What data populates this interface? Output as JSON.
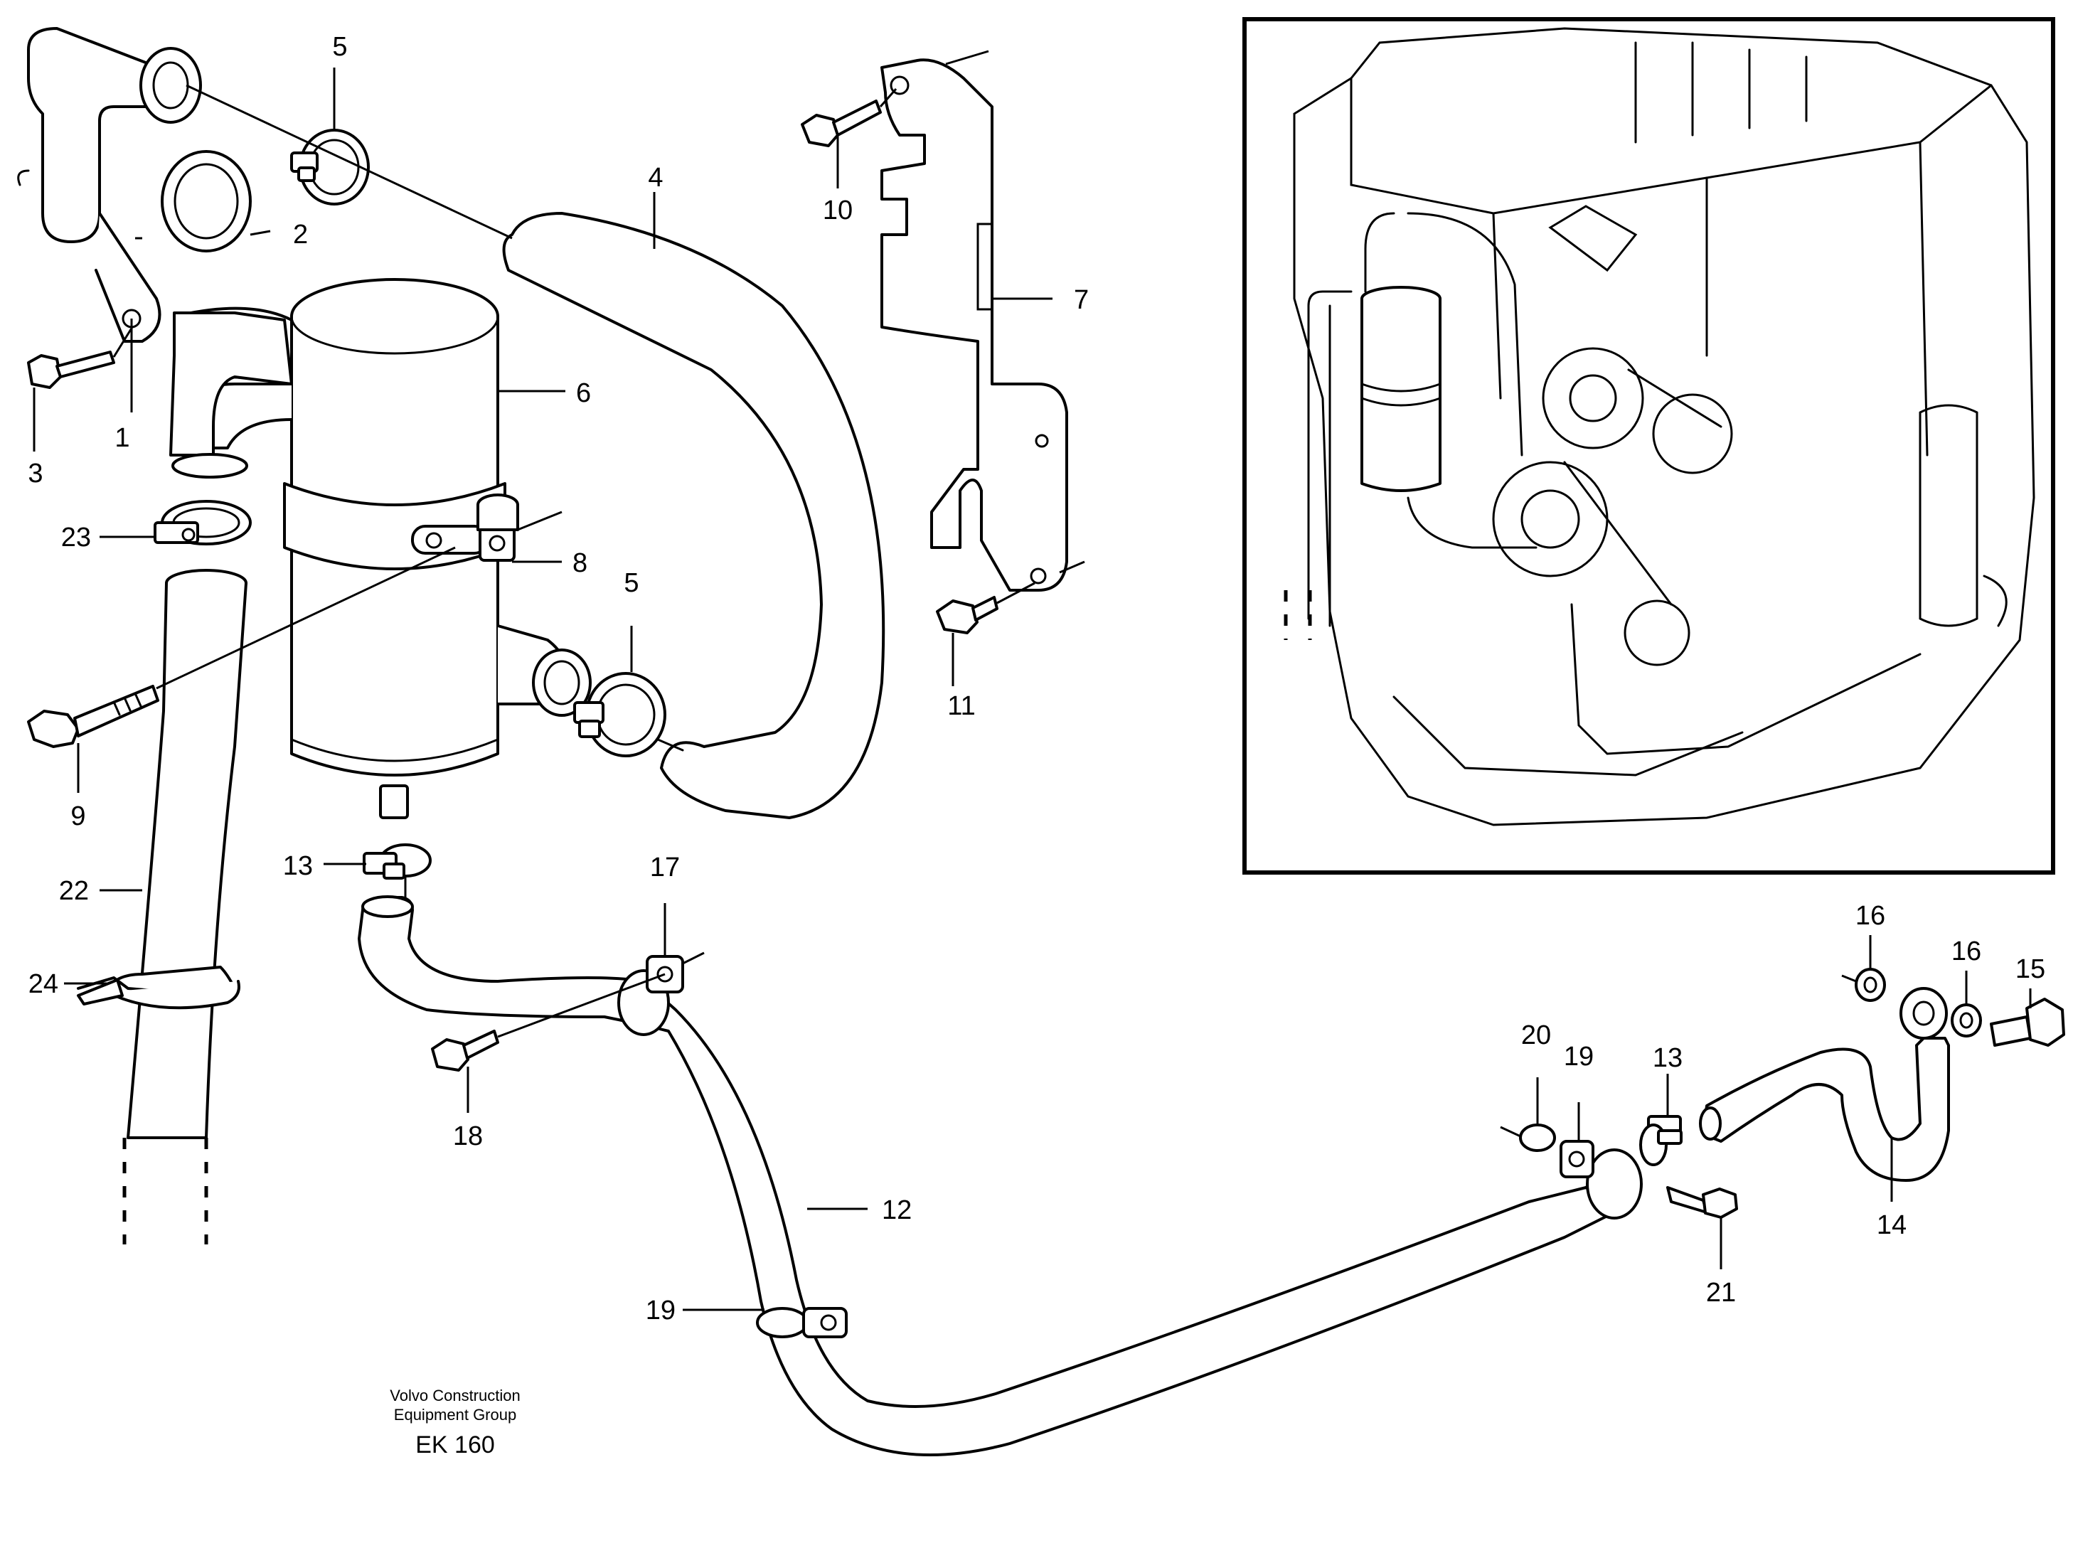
{
  "callouts": [
    {
      "id": "c1",
      "text": "1"
    },
    {
      "id": "c2",
      "text": "2"
    },
    {
      "id": "c3",
      "text": "3"
    },
    {
      "id": "c4",
      "text": "4"
    },
    {
      "id": "c5a",
      "text": "5"
    },
    {
      "id": "c5b",
      "text": "5"
    },
    {
      "id": "c6",
      "text": "6"
    },
    {
      "id": "c7",
      "text": "7"
    },
    {
      "id": "c8",
      "text": "8"
    },
    {
      "id": "c9",
      "text": "9"
    },
    {
      "id": "c10",
      "text": "10"
    },
    {
      "id": "c11",
      "text": "11"
    },
    {
      "id": "c12",
      "text": "12"
    },
    {
      "id": "c13a",
      "text": "13"
    },
    {
      "id": "c13b",
      "text": "13"
    },
    {
      "id": "c14",
      "text": "14"
    },
    {
      "id": "c15",
      "text": "15"
    },
    {
      "id": "c16a",
      "text": "16"
    },
    {
      "id": "c16b",
      "text": "16"
    },
    {
      "id": "c17",
      "text": "17"
    },
    {
      "id": "c18",
      "text": "18"
    },
    {
      "id": "c19a",
      "text": "19"
    },
    {
      "id": "c19b",
      "text": "19"
    },
    {
      "id": "c20",
      "text": "20"
    },
    {
      "id": "c21",
      "text": "21"
    },
    {
      "id": "c22",
      "text": "22"
    },
    {
      "id": "c23",
      "text": "23"
    },
    {
      "id": "c24",
      "text": "24"
    }
  ],
  "footer": {
    "company_line1": "Volvo Construction",
    "company_line2": "Equipment Group",
    "drawing_code": "EK 160"
  }
}
